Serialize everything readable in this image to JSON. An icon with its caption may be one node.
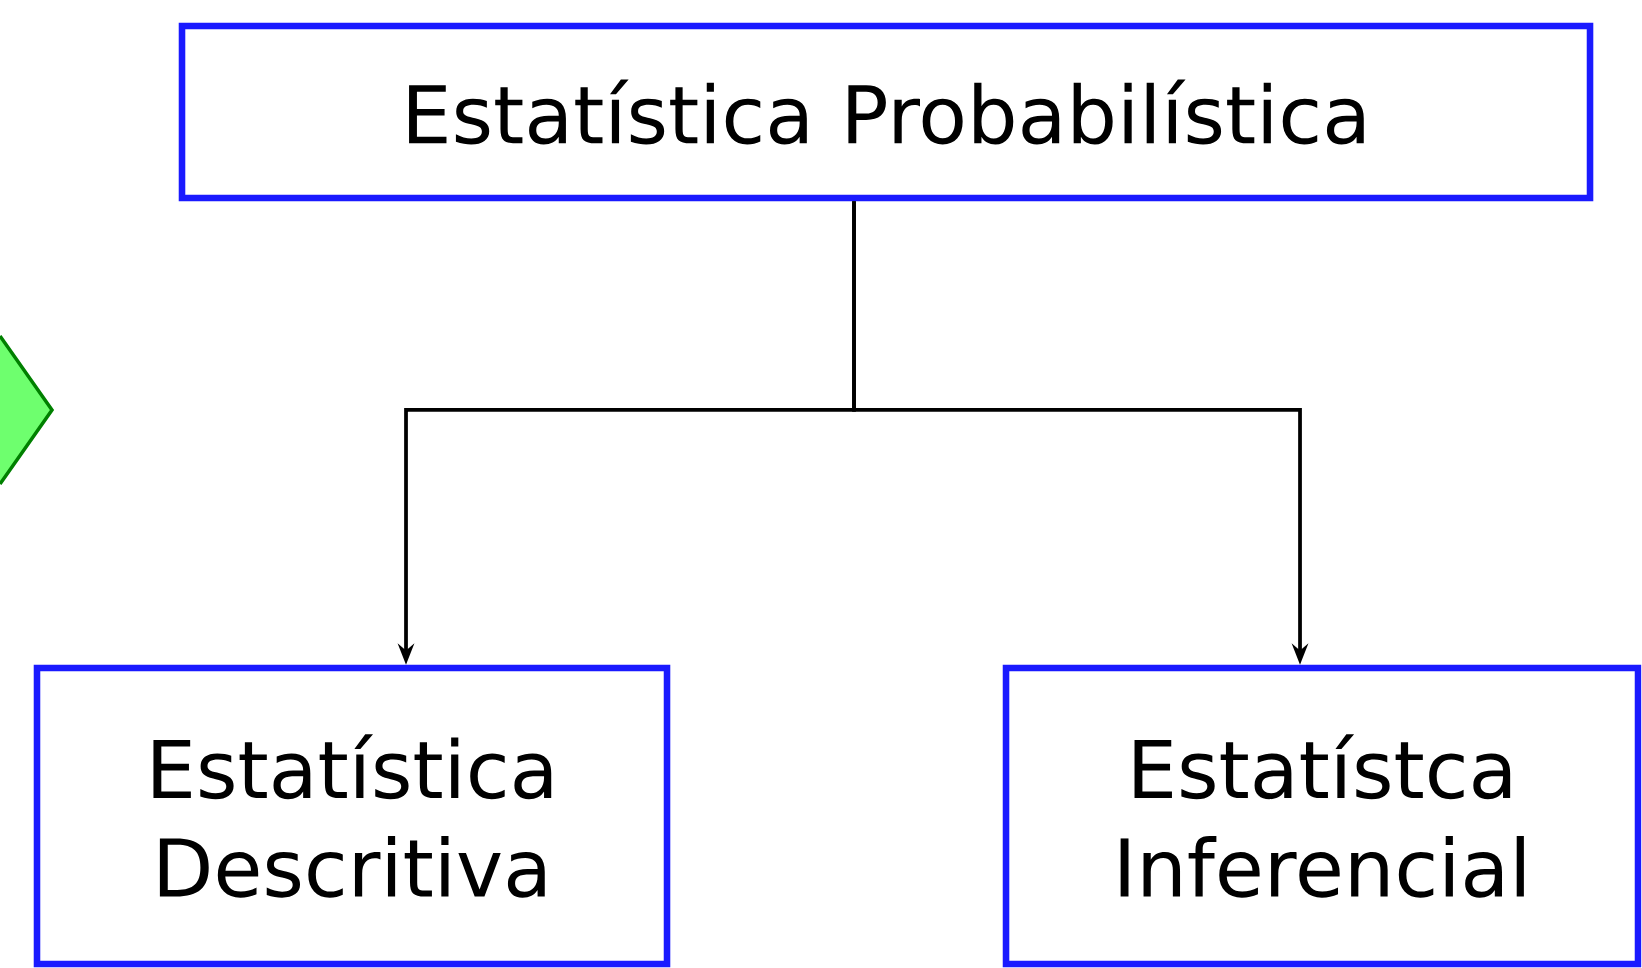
{
  "diagram": {
    "nodes": [
      {
        "text": [
          "Estatística Probabilística"
        ]
      },
      {
        "text": [
          "Estatística Descritiva"
        ]
      },
      {
        "text": [
          "Estatístca Inferencial"
        ]
      }
    ],
    "edges": [
      {
        "from": 0,
        "to": 1,
        "arrow": "to"
      },
      {
        "from": 0,
        "to": 2,
        "arrow": "to"
      }
    ]
  }
}
